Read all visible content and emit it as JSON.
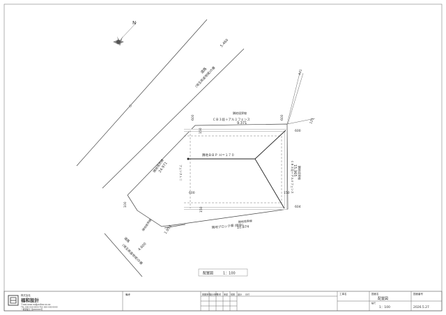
{
  "north": {
    "label": "N"
  },
  "road_top": {
    "width": "5.460",
    "name": "道路",
    "desc": "(埼玉県道地域)の番"
  },
  "road_bottom": {
    "width": "4.600",
    "name": "道路",
    "desc": "(埼玉県道地域)の番"
  },
  "road_boundary": {
    "label": "隣地境界線",
    "length": "24.971"
  },
  "road_corner": {
    "width": "1.953",
    "label": "隣地境界線",
    "short": "100"
  },
  "bottom_boundary": {
    "label": "隣地境界線",
    "desc": "隣地ブロック塀 (既存)",
    "length": "10.874"
  },
  "top_boundary": {
    "label": "隣地境界線",
    "desc": "ＣＢ３段＋アルミフェンス",
    "length": "9.371"
  },
  "right_boundary": {
    "label": "隣地境界線",
    "desc": "ＣＢ３段＋アルミフェンス",
    "length": "15.965"
  },
  "inner": {
    "fence_label": "隣地ＢＢＰ Ｈ＝１７０",
    "left_label": "フェンスＬ＝"
  },
  "dims": {
    "d600_tl": "600",
    "d600_tr": "600",
    "d600_r": "600",
    "d600_l": "600",
    "d604": "604",
    "d150_tl": "150",
    "d150_r": "150",
    "d150_bl": "150",
    "d441": "441",
    "d125": "125"
  },
  "title": {
    "label": "配置図",
    "scale": "1：100"
  },
  "title_block": {
    "company_type": "株式会社",
    "company": "福和設計",
    "address": "〒000-0000 00県00市00 00-00",
    "tel": "TEL 000-000-0000 FAX 000-000-0000",
    "license": "一級建築士 第000000号",
    "cols": [
      "図面番号",
      "設計番号",
      "作成",
      "承認",
      "検図",
      "設計",
      "日付"
    ],
    "remarks_label": "備考",
    "project_label": "工事名",
    "drawing_label": "図面名",
    "drawing_name": "配置図",
    "sheet_label": "縮尺",
    "scale": "1：100",
    "date": "2026.5.27",
    "no_label": "図面番号"
  }
}
